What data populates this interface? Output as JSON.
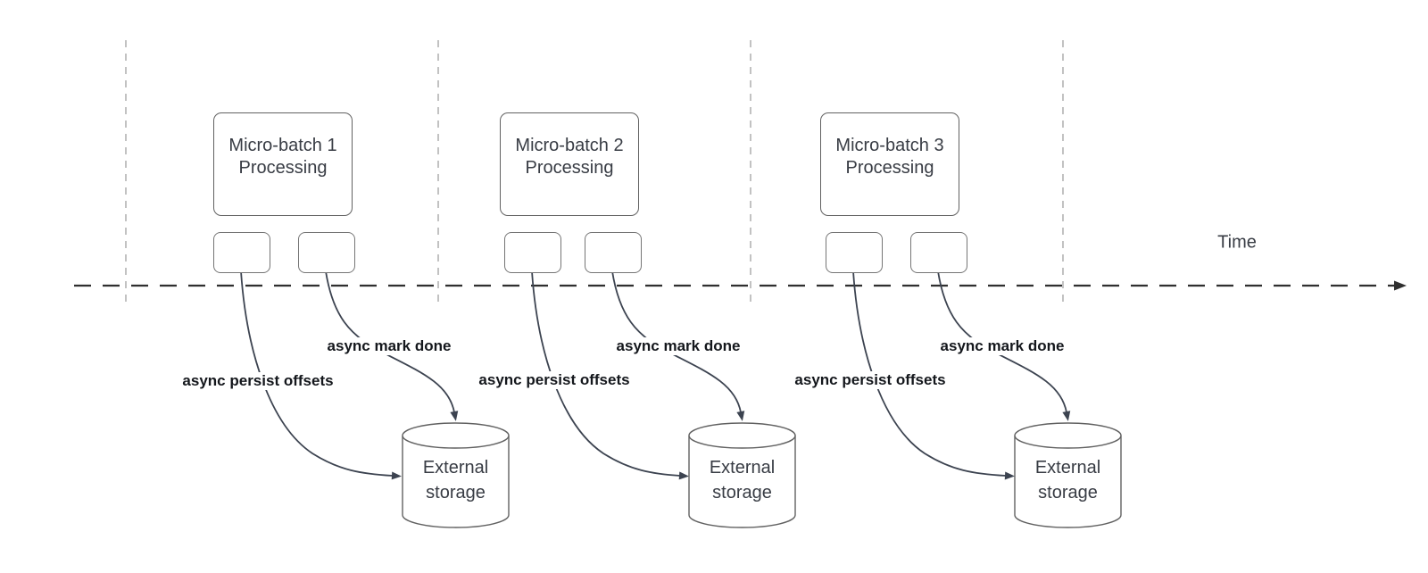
{
  "time_axis": {
    "label": "Time"
  },
  "sections": [
    {
      "box_line1": "Micro-batch 1",
      "box_line2": "Processing",
      "persist_label": "async persist offsets",
      "mark_done_label": "async mark done",
      "storage_label": "External storage"
    },
    {
      "box_line1": "Micro-batch 2",
      "box_line2": "Processing",
      "persist_label": "async persist offsets",
      "mark_done_label": "async mark done",
      "storage_label": "External storage"
    },
    {
      "box_line1": "Micro-batch 3",
      "box_line2": "Processing",
      "persist_label": "async persist offsets",
      "mark_done_label": "async mark done",
      "storage_label": "External storage"
    }
  ],
  "colors": {
    "background": "#ffffff",
    "shape_border": "#616161",
    "shape_fill": "#ffffff",
    "arrow": "#3c4350",
    "timeline": "#2f2f2f",
    "divider": "#a8a8a8",
    "box_text": "#383c44",
    "label_text": "#14171c"
  }
}
